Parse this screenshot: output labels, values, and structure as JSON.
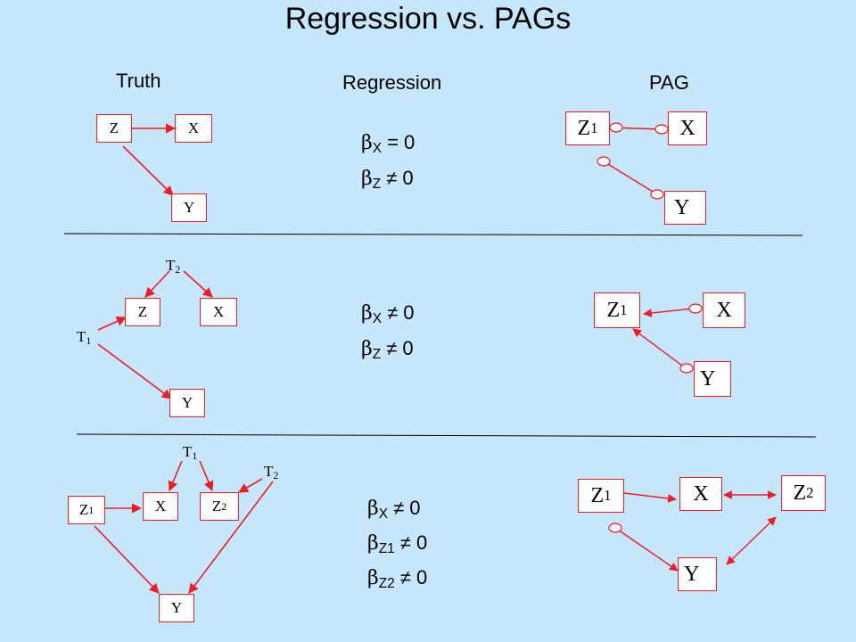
{
  "title": "Regression vs. PAGs",
  "headers": {
    "truth": "Truth",
    "regression": "Regression",
    "pag": "PAG"
  },
  "symbols": {
    "beta": "β"
  },
  "rows": [
    {
      "truth_nodes": {
        "Z": "Z",
        "X": "X",
        "Y": "Y"
      },
      "regression": [
        {
          "sub": "X",
          "rel": " = 0"
        },
        {
          "sub": "Z",
          "rel": " ≠ 0"
        }
      ],
      "pag_nodes": {
        "Z": "Z",
        "Z_sub": "1",
        "X": "X",
        "Y": "Y"
      }
    },
    {
      "truth_nodes": {
        "T2": "T",
        "T2_sub": "2",
        "Z": "Z",
        "X": "X",
        "T1": "T",
        "T1_sub": "1",
        "Y": "Y"
      },
      "regression": [
        {
          "sub": "X",
          "rel": " ≠ 0"
        },
        {
          "sub": "Z",
          "rel": " ≠ 0"
        }
      ],
      "pag_nodes": {
        "Z": "Z",
        "Z_sub": "1",
        "X": "X",
        "Y": "Y"
      }
    },
    {
      "truth_nodes": {
        "T1": "T",
        "T1_sub": "1",
        "T2": "T",
        "T2_sub": "2",
        "Z1": "Z",
        "Z1_sub": "1",
        "X": "X",
        "Z2": "Z",
        "Z2_sub": "2",
        "Y": "Y"
      },
      "regression": [
        {
          "sub": "X",
          "rel": " ≠ 0"
        },
        {
          "sub": "Z1",
          "rel": " ≠ 0"
        },
        {
          "sub": "Z2",
          "rel": " ≠ 0"
        }
      ],
      "pag_nodes": {
        "Z1": "Z",
        "Z1_sub": "1",
        "X": "X",
        "Z2": "Z",
        "Z2_sub": "2",
        "Y": "Y"
      }
    }
  ],
  "colors": {
    "background": "#c5e6fb",
    "edge": "#ee1c25",
    "node_border": "#ee1c25",
    "divider": "#000000"
  }
}
